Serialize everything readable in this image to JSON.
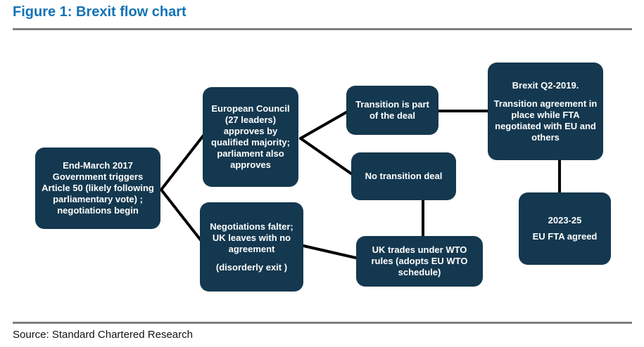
{
  "figure": {
    "title": "Figure 1: Brexit flow chart",
    "source": "Source: Standard Chartered Research"
  },
  "colors": {
    "title_blue": "#1173B6",
    "node_fill": "#14384F",
    "node_text": "#FFFFFF",
    "connector_black": "#000000",
    "rule_gray": "#7F7F7F"
  },
  "diagram": {
    "type": "flowchart",
    "nodes": [
      {
        "id": "article-50-trigger",
        "lines": [
          "End-March 2017 Government triggers Article 50 (likely following parliamentary vote) ; negotiations begin"
        ]
      },
      {
        "id": "eu-council-approves",
        "lines": [
          "European Council (27 leaders) approves by qualified majority; parliament also approves"
        ]
      },
      {
        "id": "negotiations-falter",
        "lines": [
          "Negotiations falter; UK leaves with no agreement",
          "(disorderly exit )"
        ]
      },
      {
        "id": "transition-part-of-deal",
        "lines": [
          "Transition is part of the deal"
        ]
      },
      {
        "id": "no-transition-deal",
        "lines": [
          "No transition deal"
        ]
      },
      {
        "id": "wto-rules",
        "lines": [
          "UK  trades under WTO rules (adopts EU WTO schedule)"
        ]
      },
      {
        "id": "brexit-q2-2019",
        "lines": [
          "Brexit Q2-2019.",
          "Transition agreement in place while FTA negotiated with EU and others"
        ]
      },
      {
        "id": "eu-fta-agreed",
        "lines": [
          "2023-25",
          "EU FTA agreed"
        ]
      }
    ],
    "edges": [
      {
        "from": "article-50-trigger",
        "to": "eu-council-approves"
      },
      {
        "from": "article-50-trigger",
        "to": "negotiations-falter"
      },
      {
        "from": "eu-council-approves",
        "to": "transition-part-of-deal"
      },
      {
        "from": "eu-council-approves",
        "to": "no-transition-deal"
      },
      {
        "from": "negotiations-falter",
        "to": "wto-rules"
      },
      {
        "from": "transition-part-of-deal",
        "to": "brexit-q2-2019"
      },
      {
        "from": "no-transition-deal",
        "to": "wto-rules"
      },
      {
        "from": "brexit-q2-2019",
        "to": "eu-fta-agreed"
      }
    ]
  }
}
